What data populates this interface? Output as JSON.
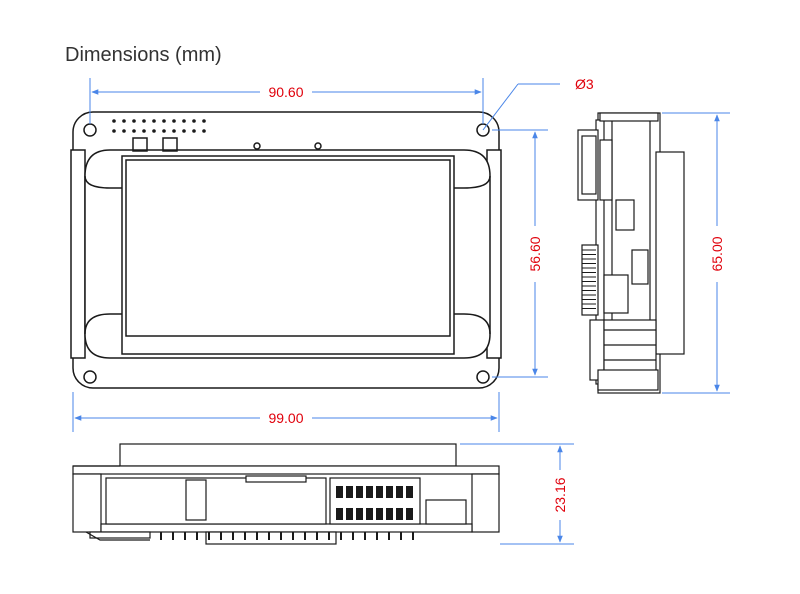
{
  "title": "Dimensions (mm)",
  "dimensions": {
    "top_width": "90.60",
    "hole_diameter": "Ø3",
    "hole_spacing_height": "56.60",
    "overall_height": "65.00",
    "overall_width": "99.00",
    "thickness": "23.16"
  },
  "colors": {
    "dimension_line": "#4a86e8",
    "dimension_text": "#e0000b",
    "outline": "#1a1a1a",
    "frame_fill": "#ffffff"
  }
}
